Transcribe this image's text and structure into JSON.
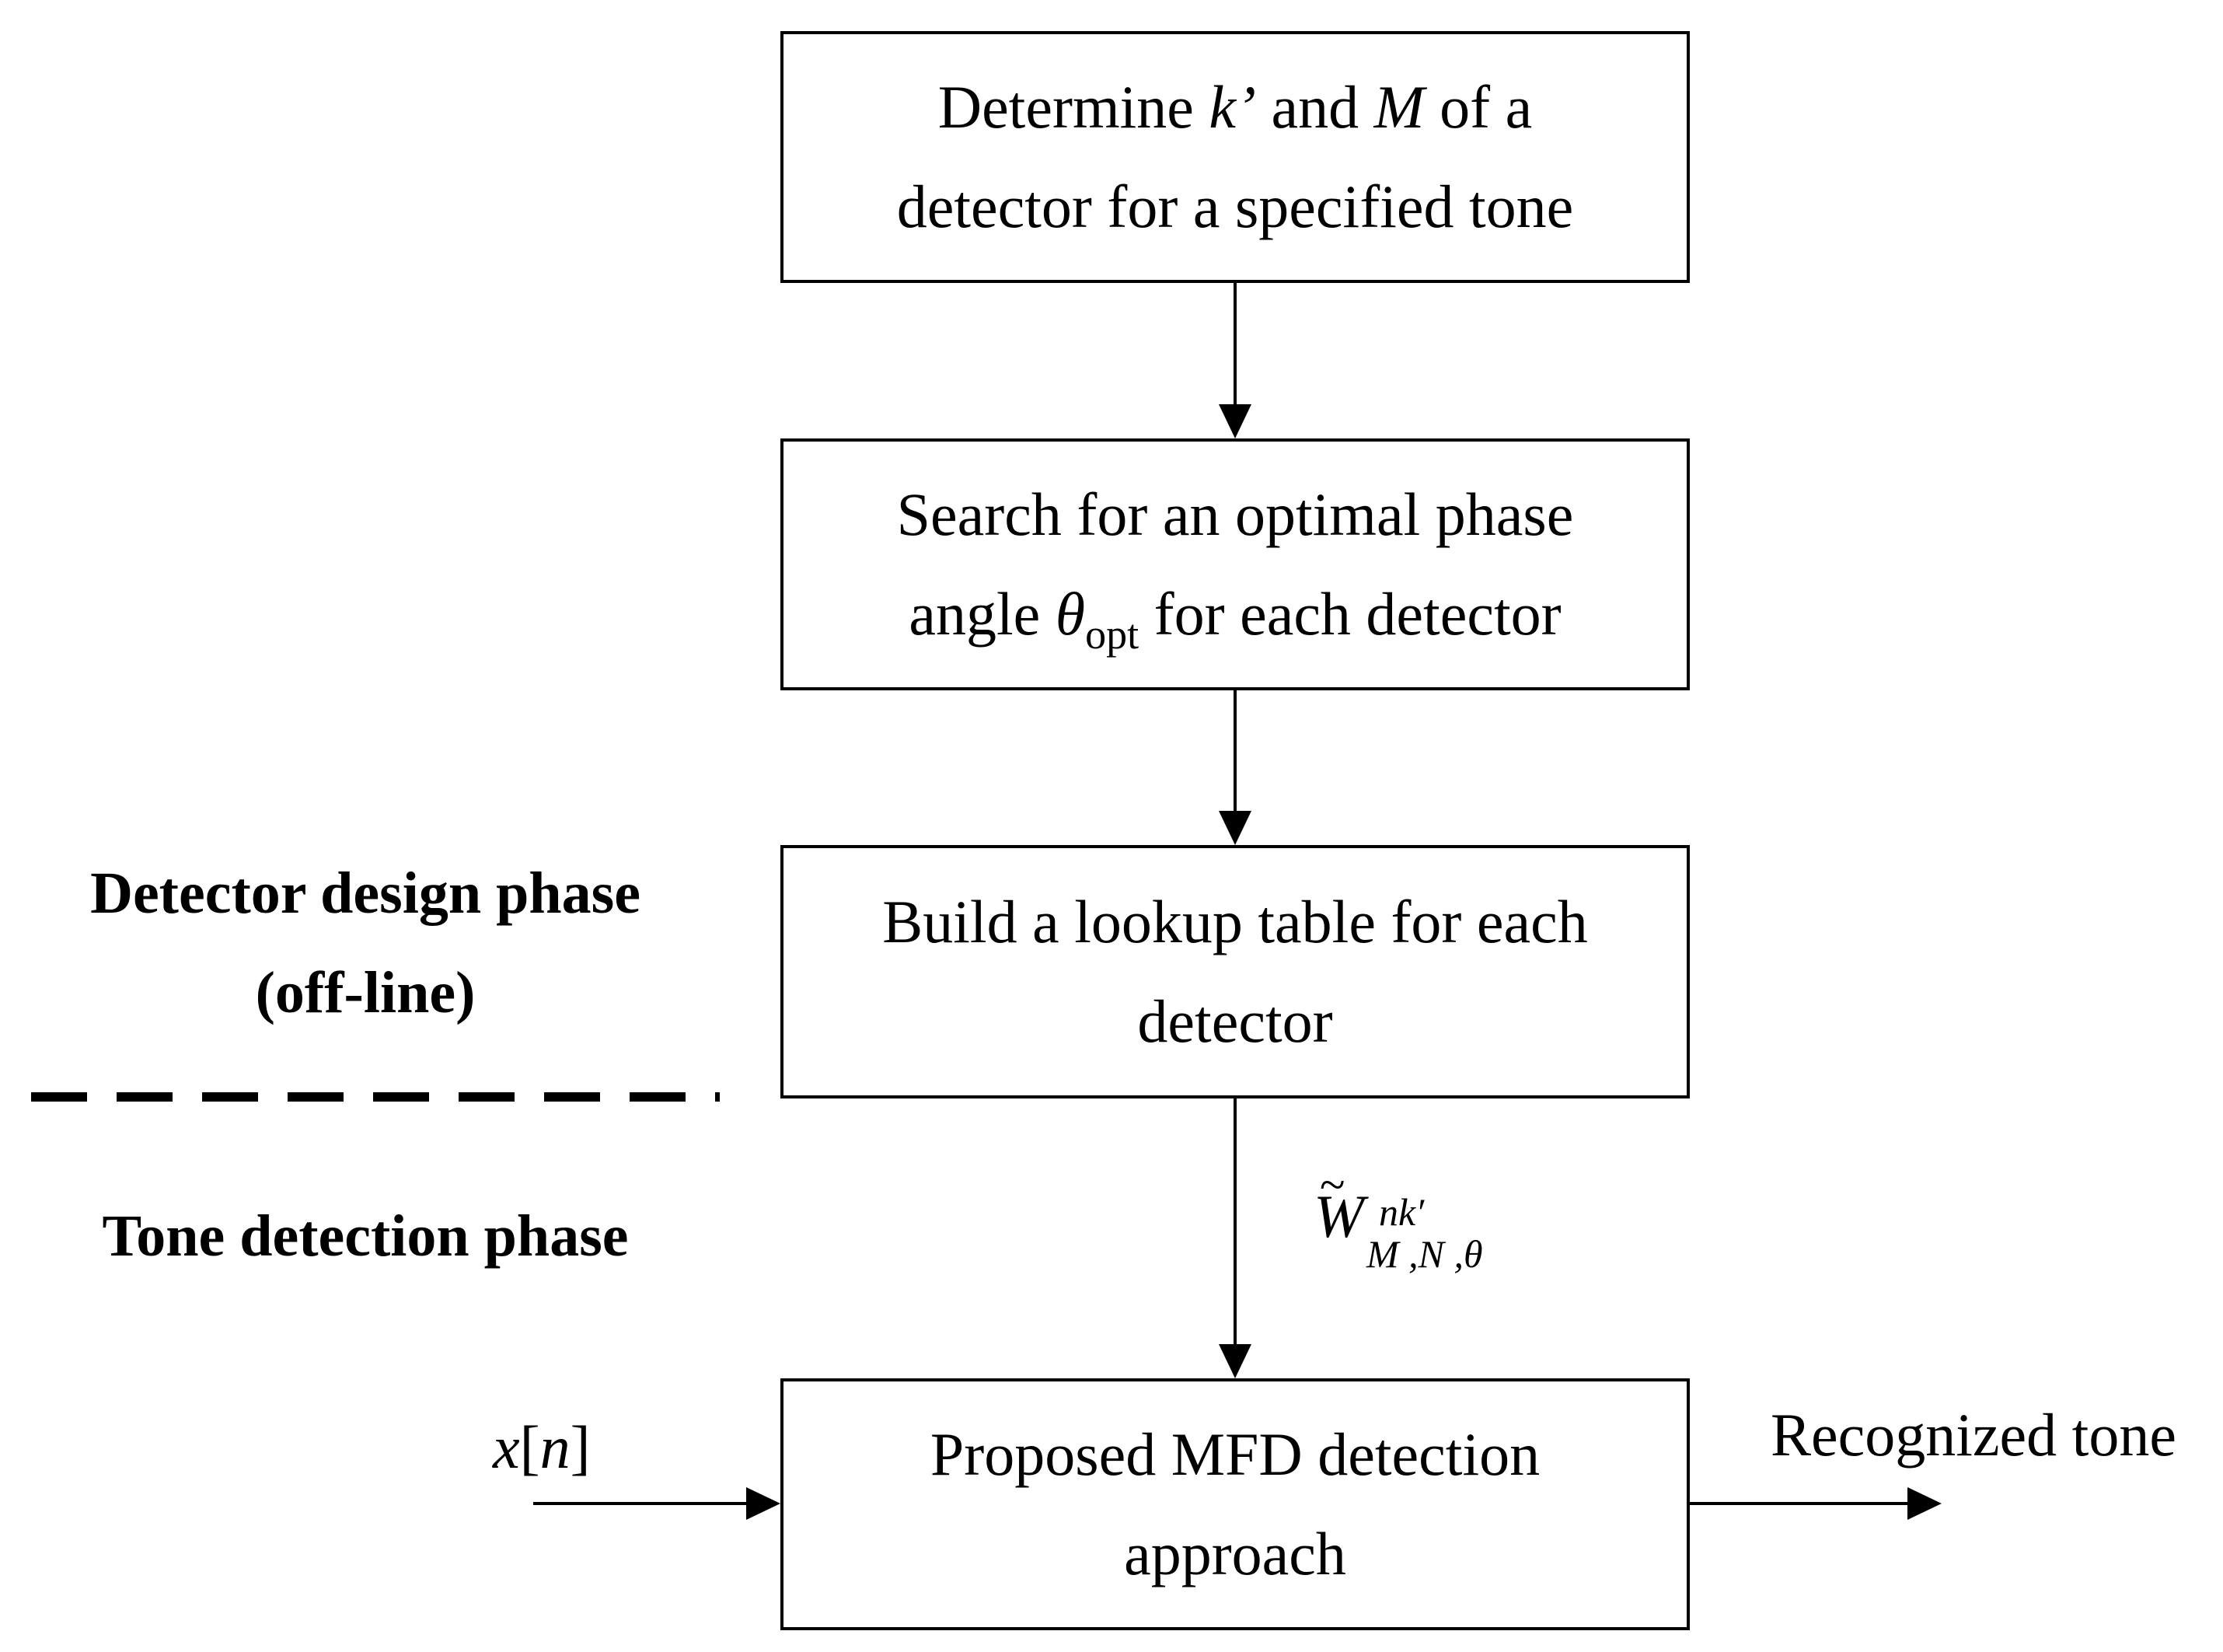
{
  "boxes": [
    {
      "line1_pre": "Determine ",
      "line1_var1": "k’",
      "line1_mid": " and ",
      "line1_var2": "M",
      "line1_post": " of a",
      "line2": "detector for a specified tone"
    },
    {
      "line1": "Search for an optimal  phase",
      "line2_pre": "angle ",
      "line2_var": "θ",
      "line2_sub": "opt",
      "line2_post": " for each detector"
    },
    {
      "line1": "Build a lookup table  for each",
      "line2": "detector"
    },
    {
      "line1": "Proposed MFD detection",
      "line2": "approach"
    }
  ],
  "phases": {
    "design_line1": "Detector design phase",
    "design_line2": "(off-line)",
    "tone": "Tone detection  phase"
  },
  "signals": {
    "input_var": "x",
    "input_open": "[",
    "input_index": "n",
    "input_close": "]",
    "output": "Recognized tone"
  },
  "weight": {
    "tilde": "~",
    "symbol": "W",
    "superscript": "nk′",
    "subscript": "M ,N ,θ"
  }
}
